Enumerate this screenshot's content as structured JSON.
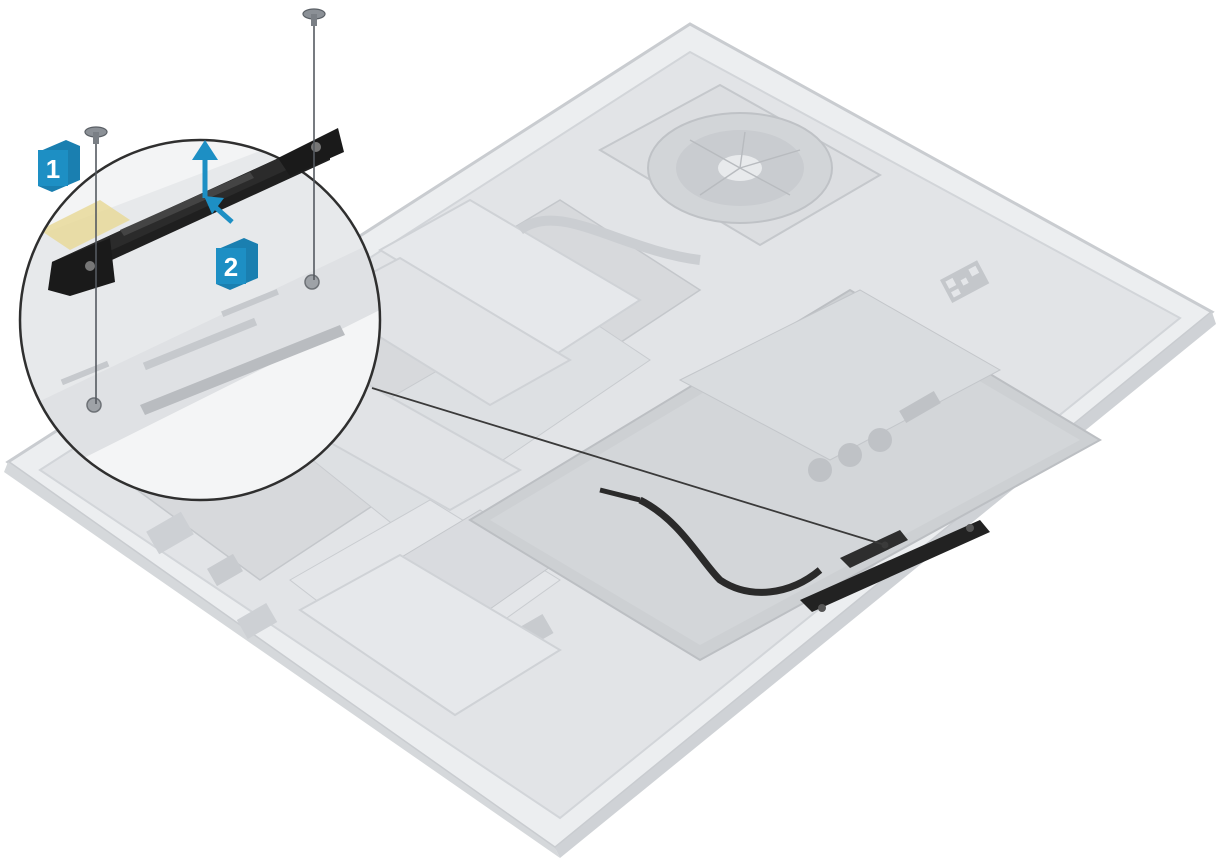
{
  "colors": {
    "background": "#ffffff",
    "chassis": "#e9eaec",
    "chassis_edge": "#cfd2d6",
    "board": "#d4d6d9",
    "shield": "#dcdfe2",
    "battery": "#c9cbce",
    "bracket": "#1f1f1f",
    "step_badge": "#1d8fc4",
    "arrow": "#1d8fc4"
  },
  "steps": [
    {
      "number": "1",
      "label": "1"
    },
    {
      "number": "2",
      "label": "2"
    }
  ],
  "icons": {
    "screw": "screw-icon",
    "lift_arrow": "arrow-up-icon",
    "slide_arrow": "arrow-diagonal-icon"
  }
}
